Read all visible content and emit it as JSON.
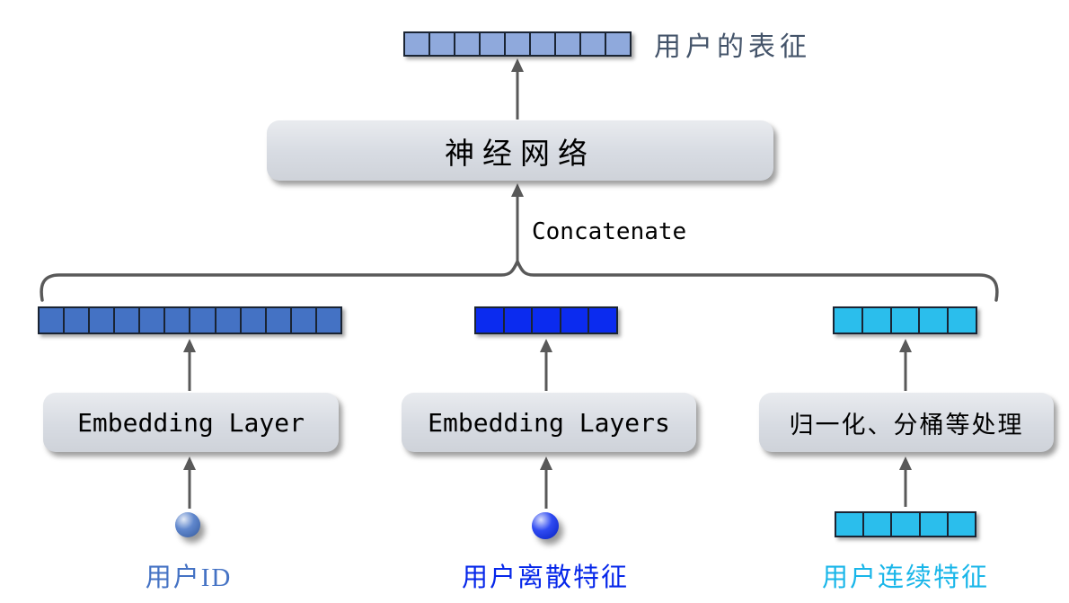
{
  "colors": {
    "arrow": "#595959",
    "bar_border": "#1A2433",
    "output_bar": "#8FA9DC",
    "output_label": "#44546A",
    "box_bg": "#D7DBE2"
  },
  "output": {
    "label": "用户的表征",
    "cells": 9
  },
  "network": {
    "label": "神经网络"
  },
  "concat": {
    "label": "Concatenate"
  },
  "columns": [
    {
      "name": "user-id",
      "vector_cells": 12,
      "vector_color": "#4472C4",
      "box_label": "Embedding Layer",
      "input_type": "sphere",
      "input_color": "#4472C4",
      "label": "用户ID",
      "label_color": "#4472C4"
    },
    {
      "name": "user-discrete-features",
      "vector_cells": 5,
      "vector_color": "#0B2BEF",
      "box_label": "Embedding Layers",
      "input_type": "sphere",
      "input_color": "#0B2BEF",
      "label": "用户离散特征",
      "label_color": "#0627EA"
    },
    {
      "name": "user-continuous-features",
      "vector_cells": 5,
      "vector_color": "#2BBEEC",
      "box_label": "归一化、分桶等处理",
      "input_type": "bar",
      "input_cells": 5,
      "input_color": "#2BBEEC",
      "label": "用户连续特征",
      "label_color": "#19B6E9"
    }
  ]
}
